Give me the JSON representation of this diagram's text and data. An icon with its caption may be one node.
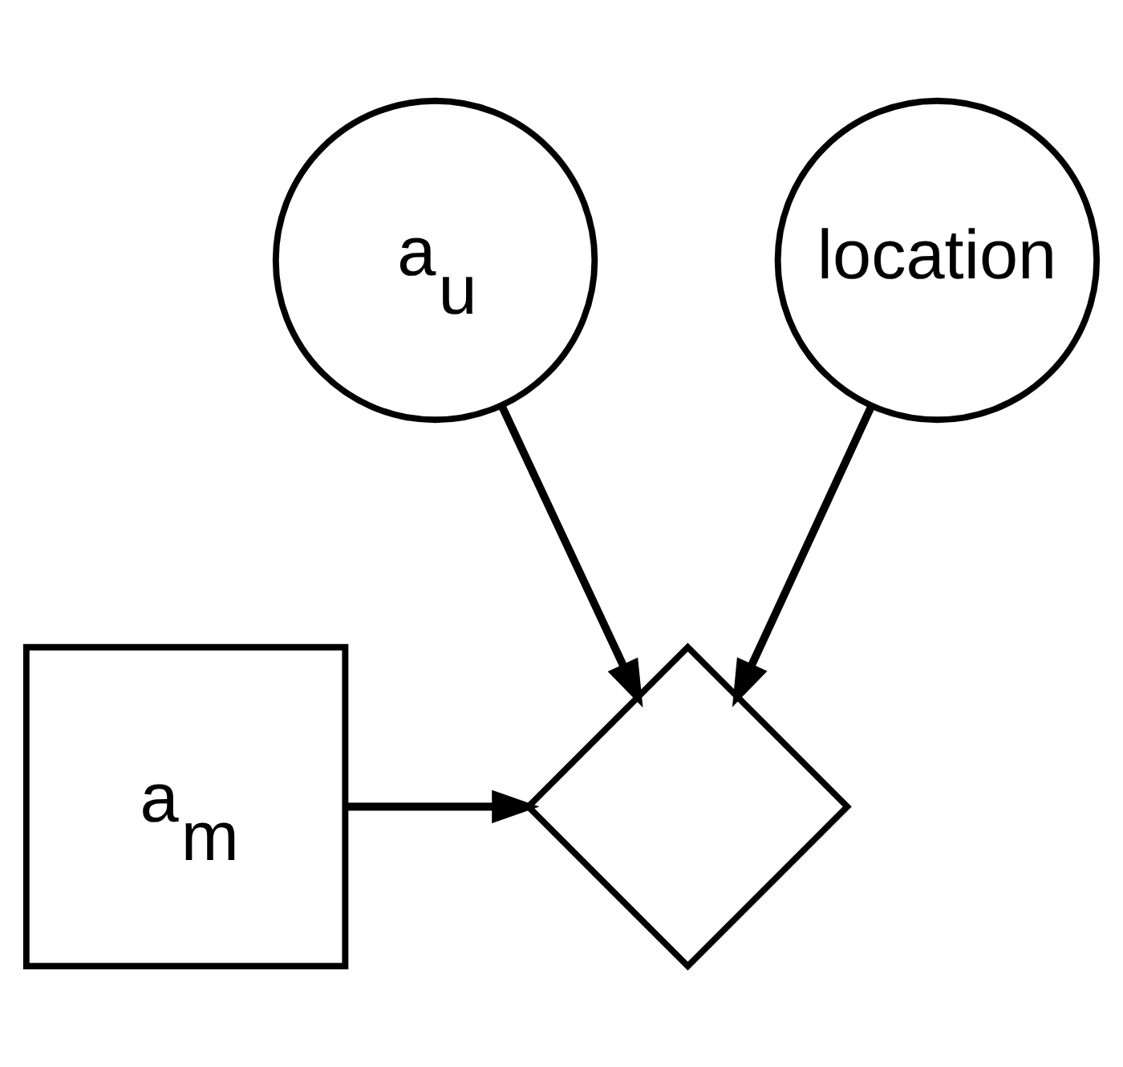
{
  "diagram": {
    "nodes": [
      {
        "text": [
          "a$_{u}$"
        ]
      },
      {
        "text": [
          "location"
        ]
      },
      {
        "text": [],
        "shape": "diamond"
      },
      {
        "text": [
          "a$_{m}$"
        ]
      }
    ],
    "edges": [
      {
        "from": 0,
        "to": 2,
        "arrow": "to"
      },
      {
        "from": 1,
        "to": 2,
        "arrow": "to"
      },
      {
        "from": 3,
        "to": 2,
        "arrow": "to"
      }
    ]
  }
}
